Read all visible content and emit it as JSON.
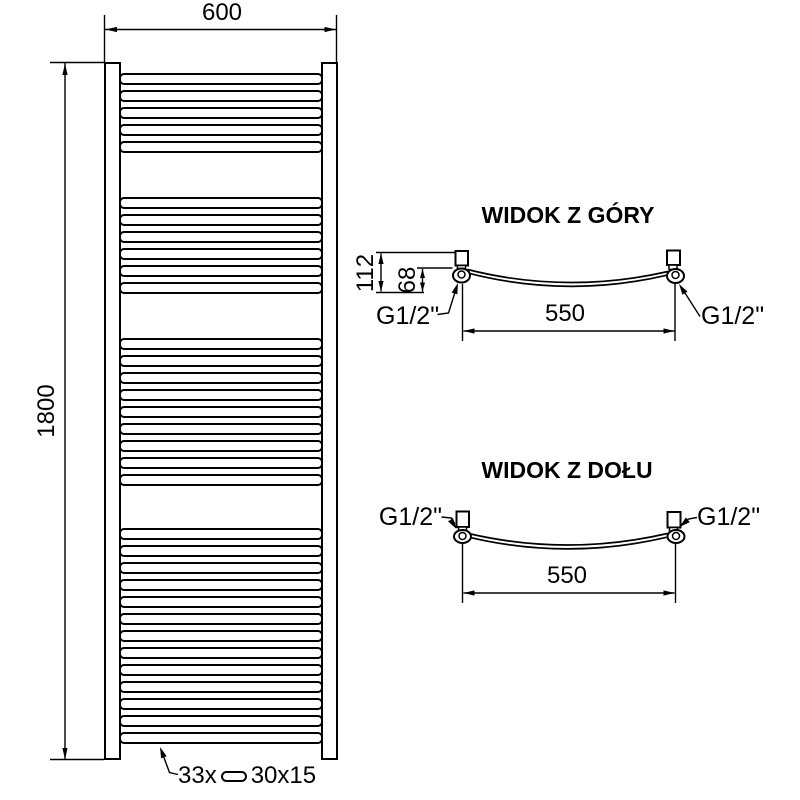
{
  "drawing": {
    "front_view": {
      "width_dim": "600",
      "height_dim": "1800",
      "rung_count_label": "33x",
      "rung_size_label": "30x15",
      "rung_groups": [
        5,
        6,
        9,
        13
      ],
      "rung_total": 33
    },
    "top_view": {
      "title": "WIDOK Z GÓRY",
      "depth_dim": "112",
      "axis_depth_dim": "68",
      "span_dim": "550",
      "left_fitting_label": "G1/2\"",
      "right_fitting_label": "G1/2\""
    },
    "bottom_view": {
      "title": "WIDOK Z DOŁU",
      "span_dim": "550",
      "left_fitting_label": "G1/2\"",
      "right_fitting_label": "G1/2\""
    },
    "colors": {
      "line": "#000000",
      "background": "#ffffff"
    }
  }
}
